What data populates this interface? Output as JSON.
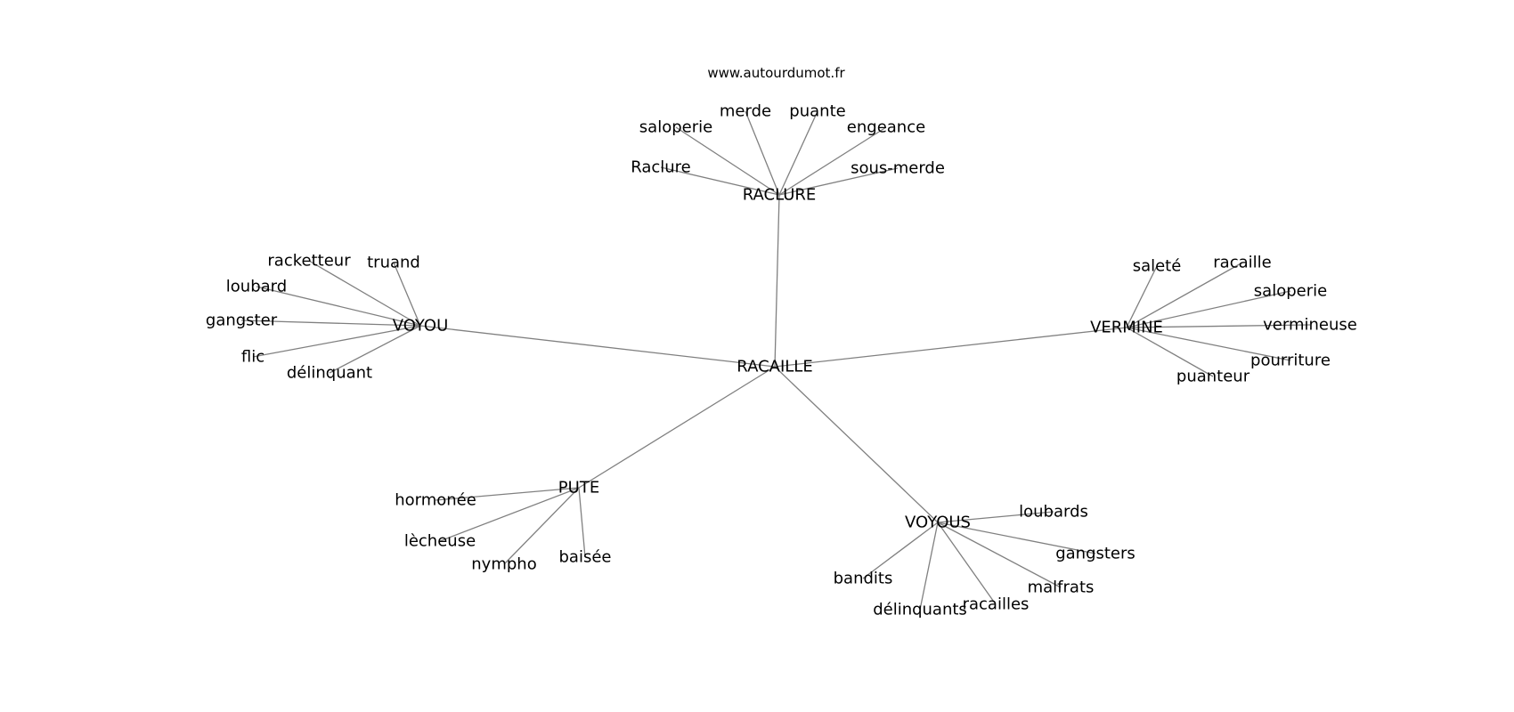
{
  "watermark": "www.autourdumot.fr",
  "colors": {
    "edge": "#808080",
    "text": "#000000",
    "background": "#ffffff"
  },
  "center": {
    "id": "racaille",
    "label": "RACAILLE"
  },
  "hubs": [
    {
      "id": "raclure",
      "label": "RACLURE",
      "leaves": [
        "saloperie",
        "merde",
        "puante",
        "engeance",
        "Raclure",
        "sous-merde"
      ]
    },
    {
      "id": "voyou",
      "label": "VOYOU",
      "leaves": [
        "racketteur",
        "truand",
        "loubard",
        "gangster",
        "flic",
        "délinquant"
      ]
    },
    {
      "id": "vermine",
      "label": "VERMINE",
      "leaves": [
        "saleté",
        "racaille",
        "saloperie",
        "vermineuse",
        "pourriture",
        "puanteur"
      ]
    },
    {
      "id": "pute",
      "label": "PUTE",
      "leaves": [
        "hormonée",
        "lècheuse",
        "nympho",
        "baisée"
      ]
    },
    {
      "id": "voyous",
      "label": "VOYOUS",
      "leaves": [
        "loubards",
        "gangsters",
        "malfrats",
        "racailles",
        "délinquants",
        "bandits"
      ]
    }
  ]
}
